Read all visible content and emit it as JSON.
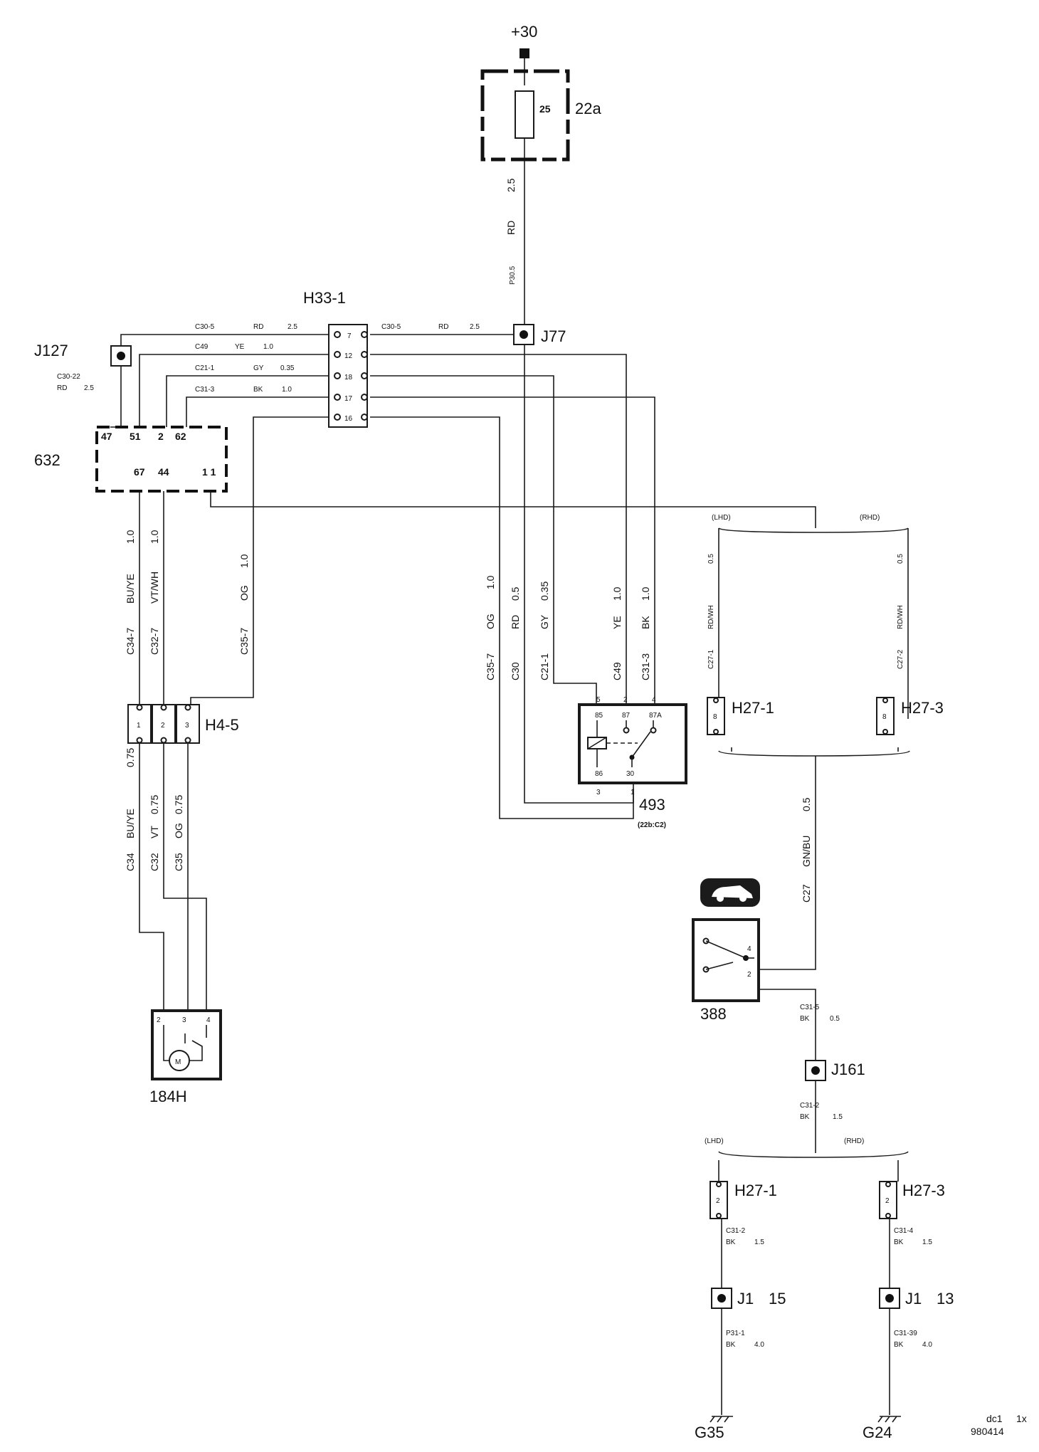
{
  "supply": {
    "label": "+30"
  },
  "fuse": {
    "id": "22a",
    "rating": "25"
  },
  "wire_j77_top": {
    "section": "2.5",
    "color": "RD",
    "code": "P30.5"
  },
  "j77": {
    "id": "J77"
  },
  "j127": {
    "id": "J127",
    "code": "C30-22",
    "color": "RD",
    "section": "2.5"
  },
  "h33": {
    "id": "H33-1",
    "pins": [
      "7",
      "12",
      "18",
      "17",
      "16"
    ],
    "left_wires": [
      {
        "code": "C30-5",
        "color": "RD",
        "section": "2.5"
      },
      {
        "code": "C49",
        "color": "YE",
        "section": "1.0"
      },
      {
        "code": "C21-1",
        "color": "GY",
        "section": "0.35"
      },
      {
        "code": "C31-3",
        "color": "BK",
        "section": "1.0"
      }
    ],
    "right_wire": {
      "code": "C30-5",
      "color": "RD",
      "section": "2.5"
    }
  },
  "ecu": {
    "id": "632",
    "top_pins": [
      "47",
      "51",
      "2",
      "62"
    ],
    "bottom_pins": [
      "67",
      "44",
      "1 1"
    ]
  },
  "h45": {
    "id": "H4-5",
    "pins": [
      "1",
      "2",
      "3"
    ]
  },
  "wires_upper": [
    {
      "code": "C34-7",
      "color": "BU/YE",
      "section": "1.0"
    },
    {
      "code": "C32-7",
      "color": "VT/WH",
      "section": "1.0"
    },
    {
      "code": "C35-7",
      "color": "OG",
      "section": "1.0"
    }
  ],
  "wires_lower": [
    {
      "code": "C34",
      "color": "BU/YE",
      "section": "0.75"
    },
    {
      "code": "C32",
      "color": "VT",
      "section": "0.75"
    },
    {
      "code": "C35",
      "color": "OG",
      "section": "0.75"
    }
  ],
  "motor": {
    "id": "184H",
    "pins": [
      "2",
      "3",
      "4"
    ],
    "symbol": "M"
  },
  "relay_wires": [
    {
      "code": "C35-7",
      "color": "OG",
      "section": "1.0"
    },
    {
      "code": "C30",
      "color": "RD",
      "section": "0.5"
    },
    {
      "code": "C21-1",
      "color": "GY",
      "section": "0.35"
    },
    {
      "code": "C49",
      "color": "YE",
      "section": "1.0"
    },
    {
      "code": "C31-3",
      "color": "BK",
      "section": "1.0"
    }
  ],
  "relay": {
    "id": "493",
    "location": "(22b:C2)",
    "pin_numbers": [
      "5",
      "2",
      "4",
      "3",
      "1"
    ],
    "terminals": [
      "85",
      "87",
      "87A",
      "86",
      "30"
    ]
  },
  "lhd_label": "(LHD)",
  "rhd_label": "(RHD)",
  "upper_branch": {
    "left": {
      "code": "C27-1",
      "color": "RD/WH",
      "section": "0.5",
      "connector": "H27-1",
      "pin": "8"
    },
    "right": {
      "code": "C27-2",
      "color": "RD/WH",
      "section": "0.5",
      "connector": "H27-3",
      "pin": "8"
    }
  },
  "c27_wire": {
    "code": "C27",
    "color": "GN/BU",
    "section": "0.5"
  },
  "switch": {
    "id": "388",
    "pins": [
      "4",
      "2"
    ]
  },
  "c315_wire": {
    "code": "C31-5",
    "color": "BK",
    "section": "0.5"
  },
  "j161": {
    "id": "J161"
  },
  "c312_wire": {
    "code": "C31-2",
    "color": "BK",
    "section": "1.5"
  },
  "lower_branch": {
    "left": {
      "connector": "H27-1",
      "pin": "2",
      "wire": {
        "code": "C31-2",
        "color": "BK",
        "section": "1.5"
      },
      "junction": "J1",
      "junction_pin": "15",
      "ground_wire": {
        "code": "P31-1",
        "color": "BK",
        "section": "4.0"
      },
      "ground": "G35"
    },
    "right": {
      "connector": "H27-3",
      "pin": "2",
      "wire": {
        "code": "C31-4",
        "color": "BK",
        "section": "1.5"
      },
      "junction": "J1",
      "junction_pin": "13",
      "ground_wire": {
        "code": "C31-39",
        "color": "BK",
        "section": "4.0"
      },
      "ground": "G24"
    }
  },
  "footer": {
    "line1a": "dc1",
    "line1b": "1x",
    "line2": "980414"
  }
}
